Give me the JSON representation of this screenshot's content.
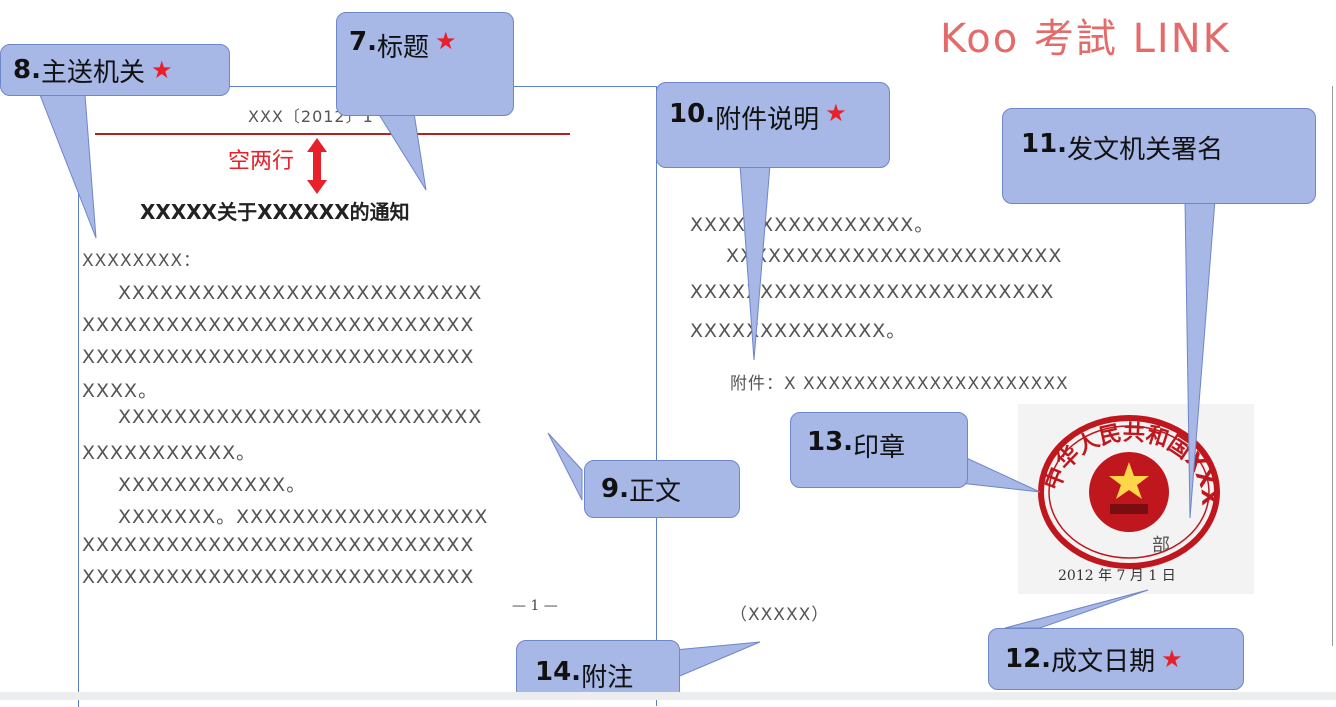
{
  "logo_text": "Koo 考試 LINK",
  "left_page": {
    "doc_number": "XXX〔2012〕1",
    "gap_note": "空两行",
    "title": "XXXXX关于XXXXXX的通知",
    "recipient": "XXXXXXXX：",
    "body_lines": [
      "XXXXXXXXXXXXXXXXXXXXXXXXXX",
      "XXXXXXXXXXXXXXXXXXXXXXXXXXXX",
      "XXXXXXXXXXXXXXXXXXXXXXXXXXXX",
      "XXXX。",
      "XXXXXXXXXXXXXXXXXXXXXXXXXX",
      "XXXXXXXXXXX。",
      "XXXXXXXXXXXX。",
      "XXXXXXX。XXXXXXXXXXXXXXXXXX",
      "XXXXXXXXXXXXXXXXXXXXXXXXXXXX",
      "XXXXXXXXXXXXXXXXXXXXXXXXXXXX"
    ],
    "page_number": "— 1 —"
  },
  "right_page": {
    "body_lines": [
      "XXXXXXXXXXXXXXXX。",
      "XXXXXXXXXXXXXXXXXXXXXXXX",
      "XXXXXXXXXXXXXXXXXXXXXXXXXX",
      "XXXXXXXXXXXXXX。"
    ],
    "attachment": "附件：X XXXXXXXXXXXXXXXXXXXXX",
    "seal_text": "中华人民共和国XXX",
    "signature_partial": "部",
    "date": "2012 年 7 月 1 日",
    "note": "（XXXXX）"
  },
  "callouts": {
    "c7": {
      "num": "7.",
      "label": "标题",
      "star": "★"
    },
    "c8": {
      "num": "8.",
      "label": "主送机关",
      "star": "★"
    },
    "c9": {
      "num": "9.",
      "label": "正文"
    },
    "c10": {
      "num": "10.",
      "label": "附件说明",
      "star": "★"
    },
    "c11": {
      "num": "11.",
      "label": "发文机关署名"
    },
    "c12": {
      "num": "12.",
      "label": "成文日期",
      "star": "★"
    },
    "c13": {
      "num": "13.",
      "label": "印章"
    },
    "c14": {
      "num": "14.",
      "label": "附注"
    }
  },
  "colors": {
    "callout_fill": "#a7b7e6",
    "star": "#e8202a",
    "divider": "#b22222",
    "logo": "#e56a6a"
  }
}
